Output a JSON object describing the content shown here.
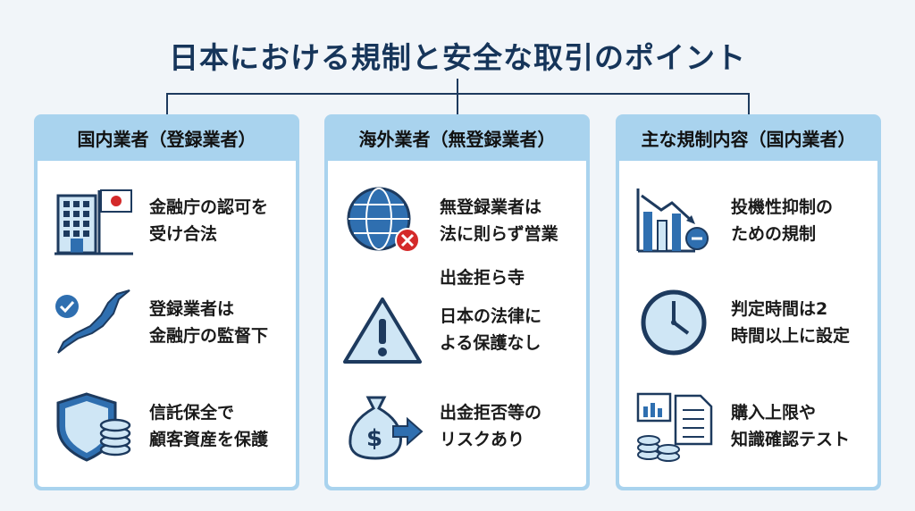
{
  "title": "日本における規制と安全な取引のポイント",
  "columns": [
    {
      "header": "国内業者（登録業者）",
      "items": [
        {
          "icon": "building-flag-icon",
          "lines": [
            "金融庁の認可を",
            "受け合法"
          ]
        },
        {
          "icon": "japan-map-check-icon",
          "lines": [
            "登録業者は",
            "金融庁の監督下"
          ]
        },
        {
          "icon": "shield-coins-icon",
          "lines": [
            "信託保全で",
            "顧客資産を保護"
          ]
        }
      ]
    },
    {
      "header": "海外業者（無登録業者）",
      "items": [
        {
          "icon": "globe-x-icon",
          "lines": [
            "無登録業者は",
            "法に則らず営業"
          ]
        },
        {
          "icon": "warning-icon",
          "lines": [
            "日本の法律に",
            "よる保護なし"
          ],
          "pre": "出金拒ら寺"
        },
        {
          "icon": "money-bag-arrow-icon",
          "lines": [
            "出金拒否等の",
            "リスクあり"
          ]
        }
      ]
    },
    {
      "header": "主な規制内容（国内業者）",
      "items": [
        {
          "icon": "declining-chart-icon",
          "lines": [
            "投機性抑制の",
            "ための規制"
          ]
        },
        {
          "icon": "clock-icon",
          "lines": [
            "判定時間は2",
            "時間以上に設定"
          ]
        },
        {
          "icon": "report-coins-icon",
          "lines": [
            "購入上限や",
            "知識確認テスト"
          ]
        }
      ]
    }
  ],
  "colors": {
    "navy": "#16355a",
    "header": "#a9d3ee",
    "iconFill": "#2f6fb0",
    "iconLight": "#cfe6f5"
  }
}
